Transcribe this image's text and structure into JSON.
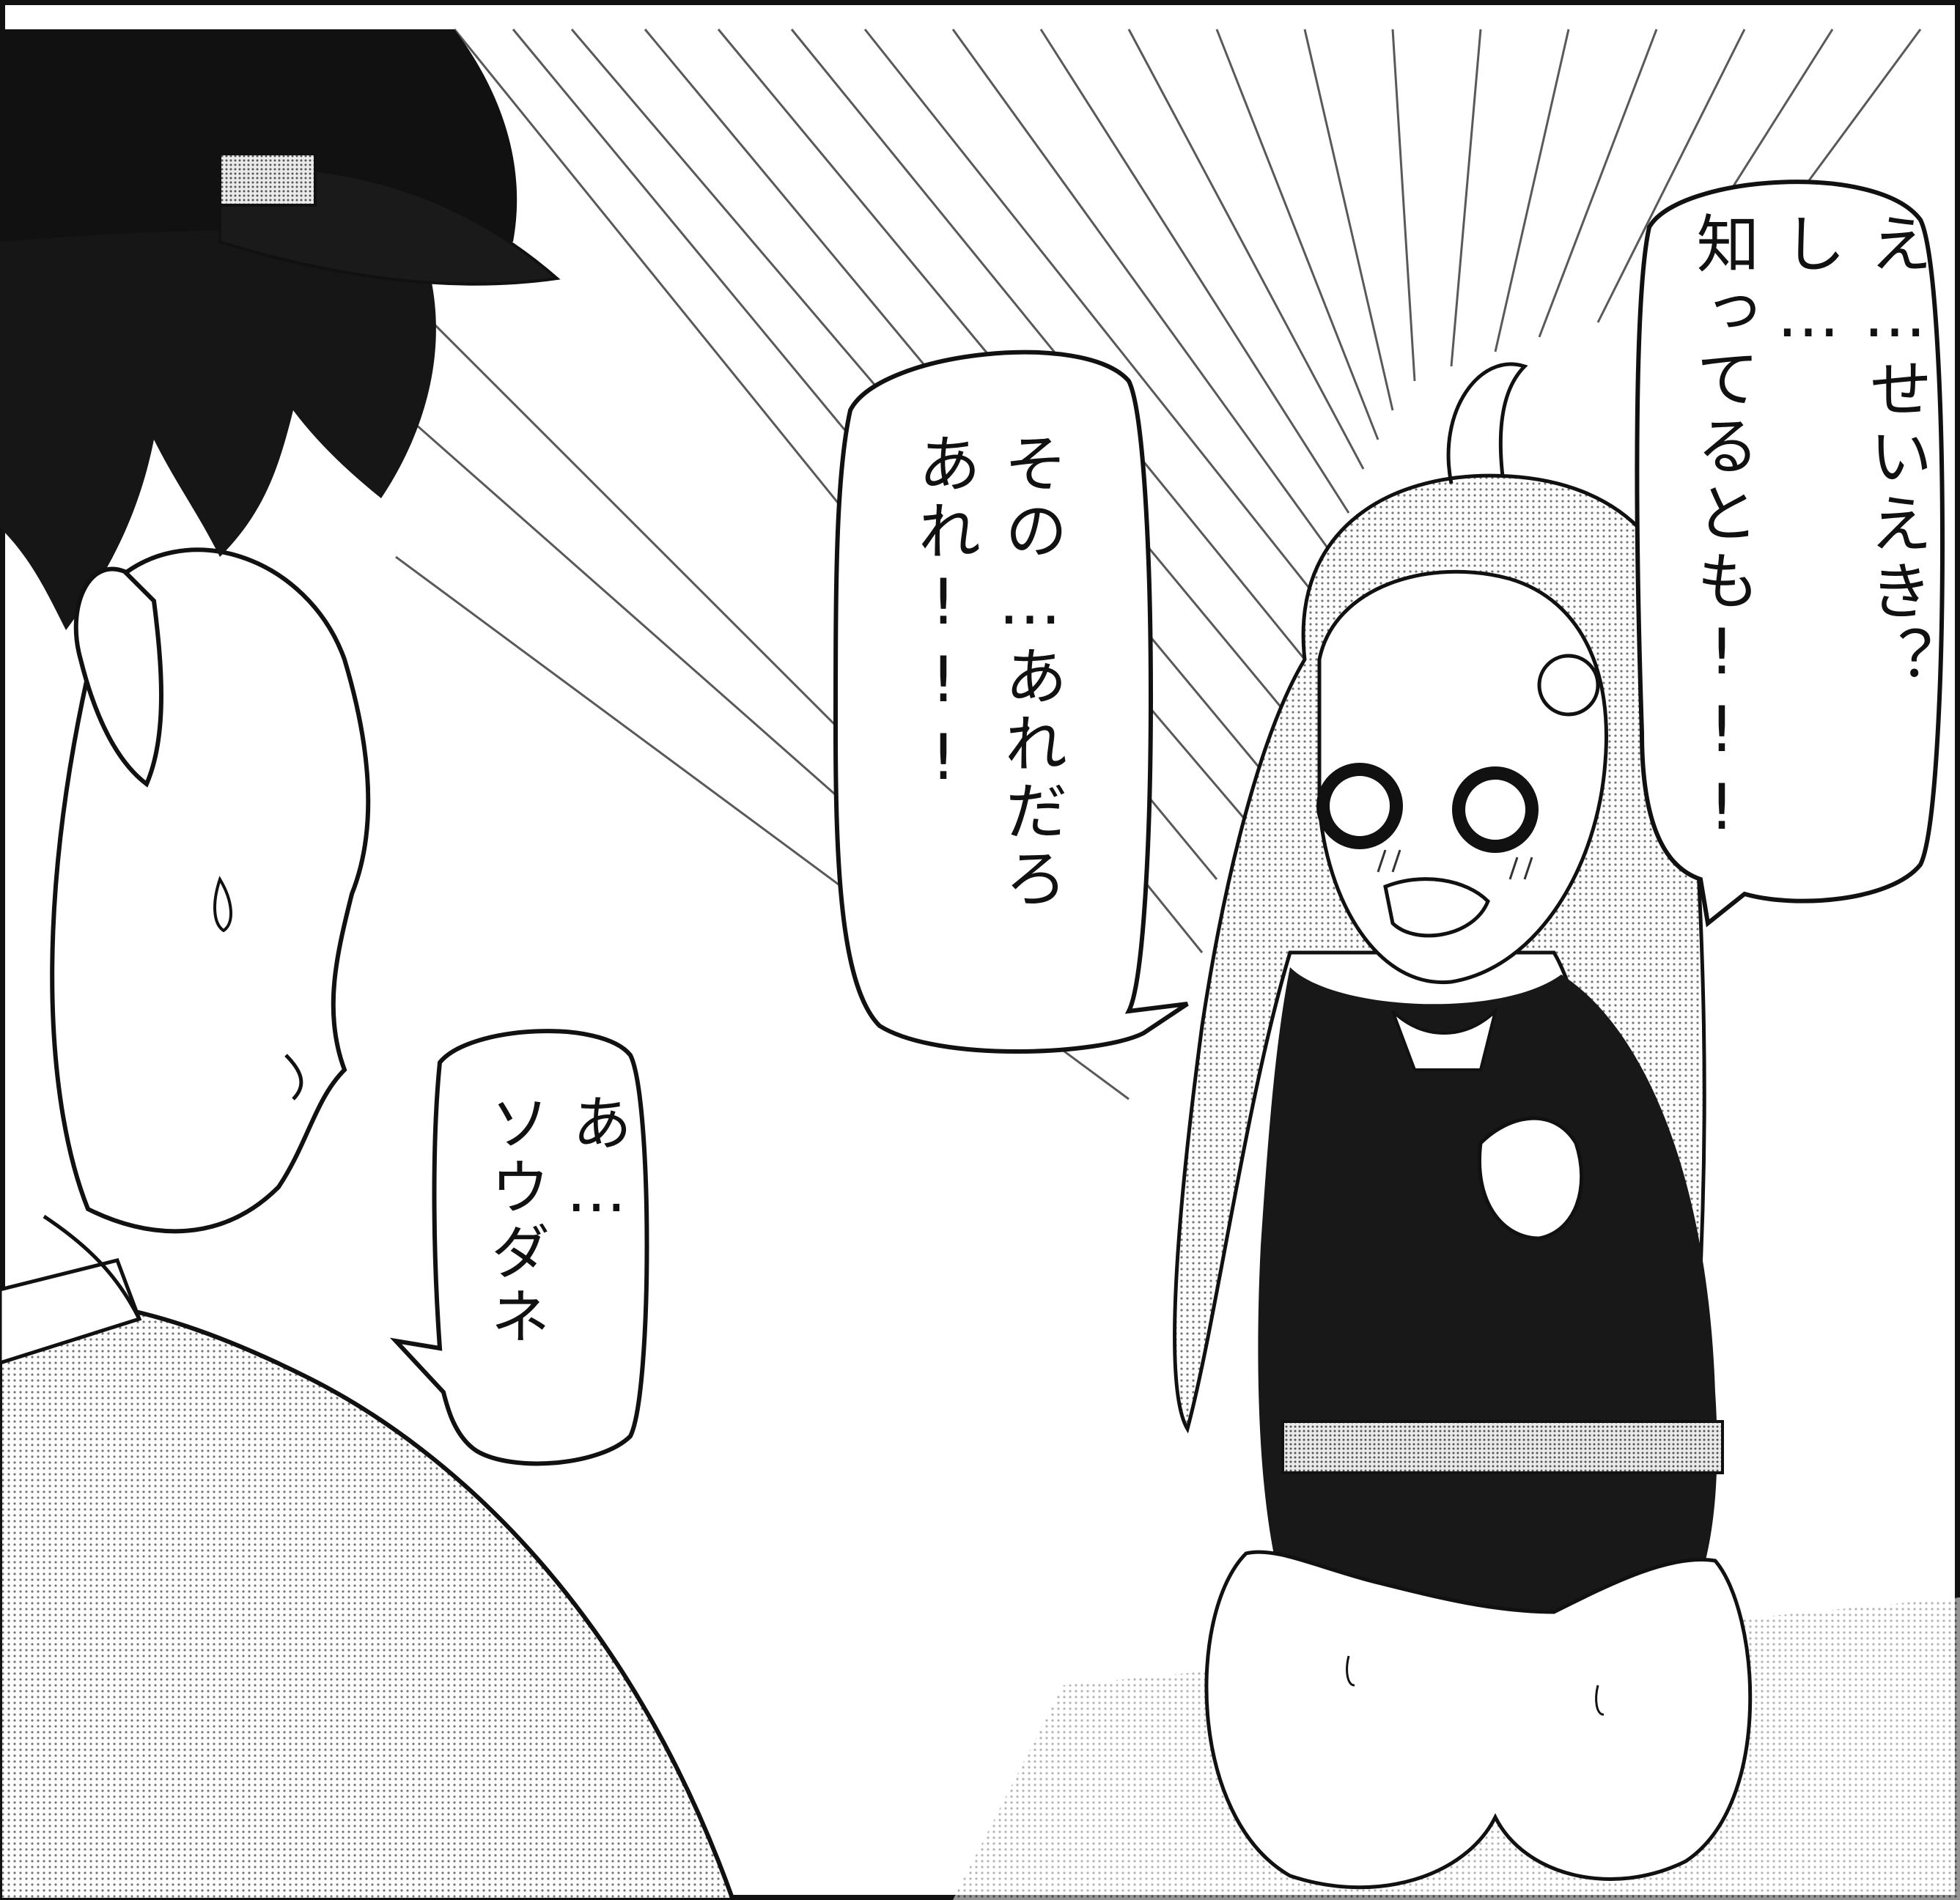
{
  "panel": {
    "background": "#ffffff",
    "ink": "#111111",
    "screentone": "#9a9a9a"
  },
  "bubbles": [
    {
      "speaker": "girl",
      "line1": "え…せいえき？",
      "line2": "し…",
      "line3": "知ってるとも!!!"
    },
    {
      "speaker": "girl",
      "line1": "その…あれだろ",
      "line2": "あれ!!!"
    },
    {
      "speaker": "admiral",
      "line1": "あ…",
      "line2": "ソウダネ"
    }
  ]
}
